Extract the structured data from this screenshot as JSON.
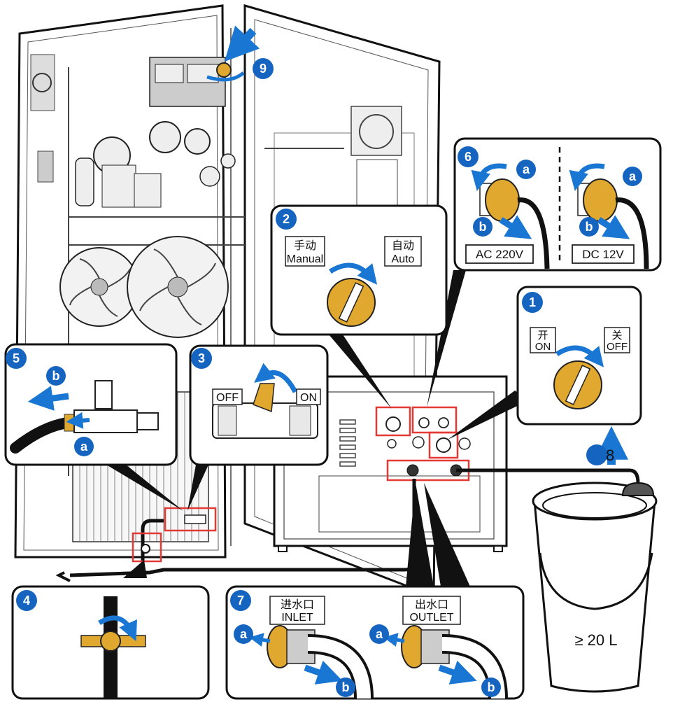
{
  "steps": {
    "step1": {
      "number": "1",
      "label_on_cn": "开",
      "label_on_en": "ON",
      "label_off_cn": "关",
      "label_off_en": "OFF"
    },
    "step2": {
      "number": "2",
      "label_manual_cn": "手动",
      "label_manual_en": "Manual",
      "label_auto_cn": "自动",
      "label_auto_en": "Auto"
    },
    "step3": {
      "number": "3",
      "label_off": "OFF",
      "label_on": "ON"
    },
    "step4": {
      "number": "4"
    },
    "step5": {
      "number": "5",
      "sub_a": "a",
      "sub_b": "b"
    },
    "step6": {
      "number": "6",
      "sub_a": "a",
      "sub_b": "b",
      "label_ac": "AC 220V",
      "label_dc": "DC 12V"
    },
    "step7": {
      "number": "7",
      "sub_a": "a",
      "sub_b": "b",
      "inlet_cn": "进水口",
      "inlet_en": "INLET",
      "outlet_cn": "出水口",
      "outlet_en": "OUTLET"
    },
    "step8": {
      "number": "8"
    },
    "step9": {
      "number": "9"
    }
  },
  "bucket": {
    "capacity": "≥ 20 L"
  },
  "colors": {
    "badge": "#1565c0",
    "arrow": "#1976d2",
    "knob": "#e0a82e",
    "highlight": "#e53935",
    "line": "#111111"
  }
}
